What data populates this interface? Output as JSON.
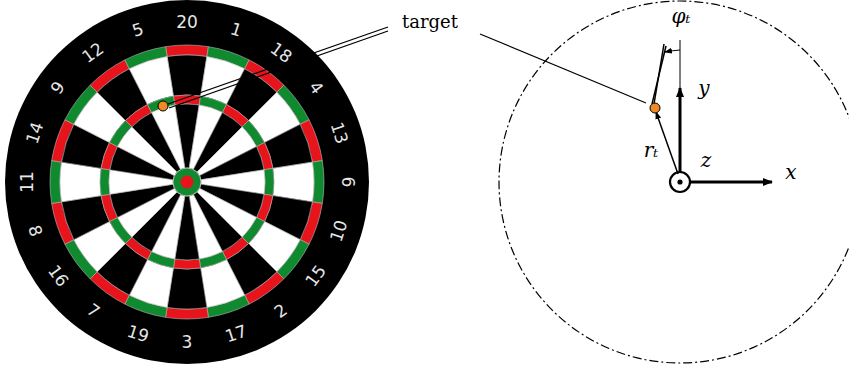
{
  "diagram": {
    "labels": [
      "20",
      "1",
      "18",
      "4",
      "13",
      "6",
      "10",
      "15",
      "2",
      "17",
      "3",
      "19",
      "7",
      "16",
      "8",
      "11",
      "14",
      "9",
      "12",
      "5",
      "target",
      "φₜ",
      "rₜ",
      "x",
      "y",
      "z"
    ]
  }
}
